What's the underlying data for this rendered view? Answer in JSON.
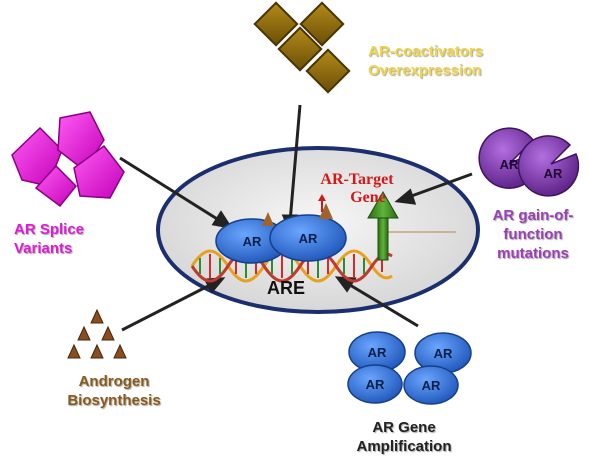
{
  "labels": {
    "coactivators_line1": "AR-coactivators",
    "coactivators_line2": "Overexpression",
    "splice_line1": "AR Splice",
    "splice_line2": "Variants",
    "gof_line1": "AR gain-of-",
    "gof_line2": "function",
    "gof_line3": "mutations",
    "androgen_line1": "Androgen",
    "androgen_line2": "Biosynthesis",
    "amp_line1": "AR Gene",
    "amp_line2": "Amplification",
    "target_line1": "AR-Target",
    "target_line2": "Gene",
    "are": "ARE"
  },
  "receptor_labels": {
    "ar": "AR"
  },
  "colors": {
    "coactivator": "#8a6a0c",
    "splice": "#e01bd6",
    "gof": "#7a3aa0",
    "androgen": "#8a4d20",
    "ar_blue": "#2f6fd6",
    "cell_border": "#1b2f6e",
    "dna_strand": "#e8a020",
    "target_arrow": "#3b8a1f"
  }
}
